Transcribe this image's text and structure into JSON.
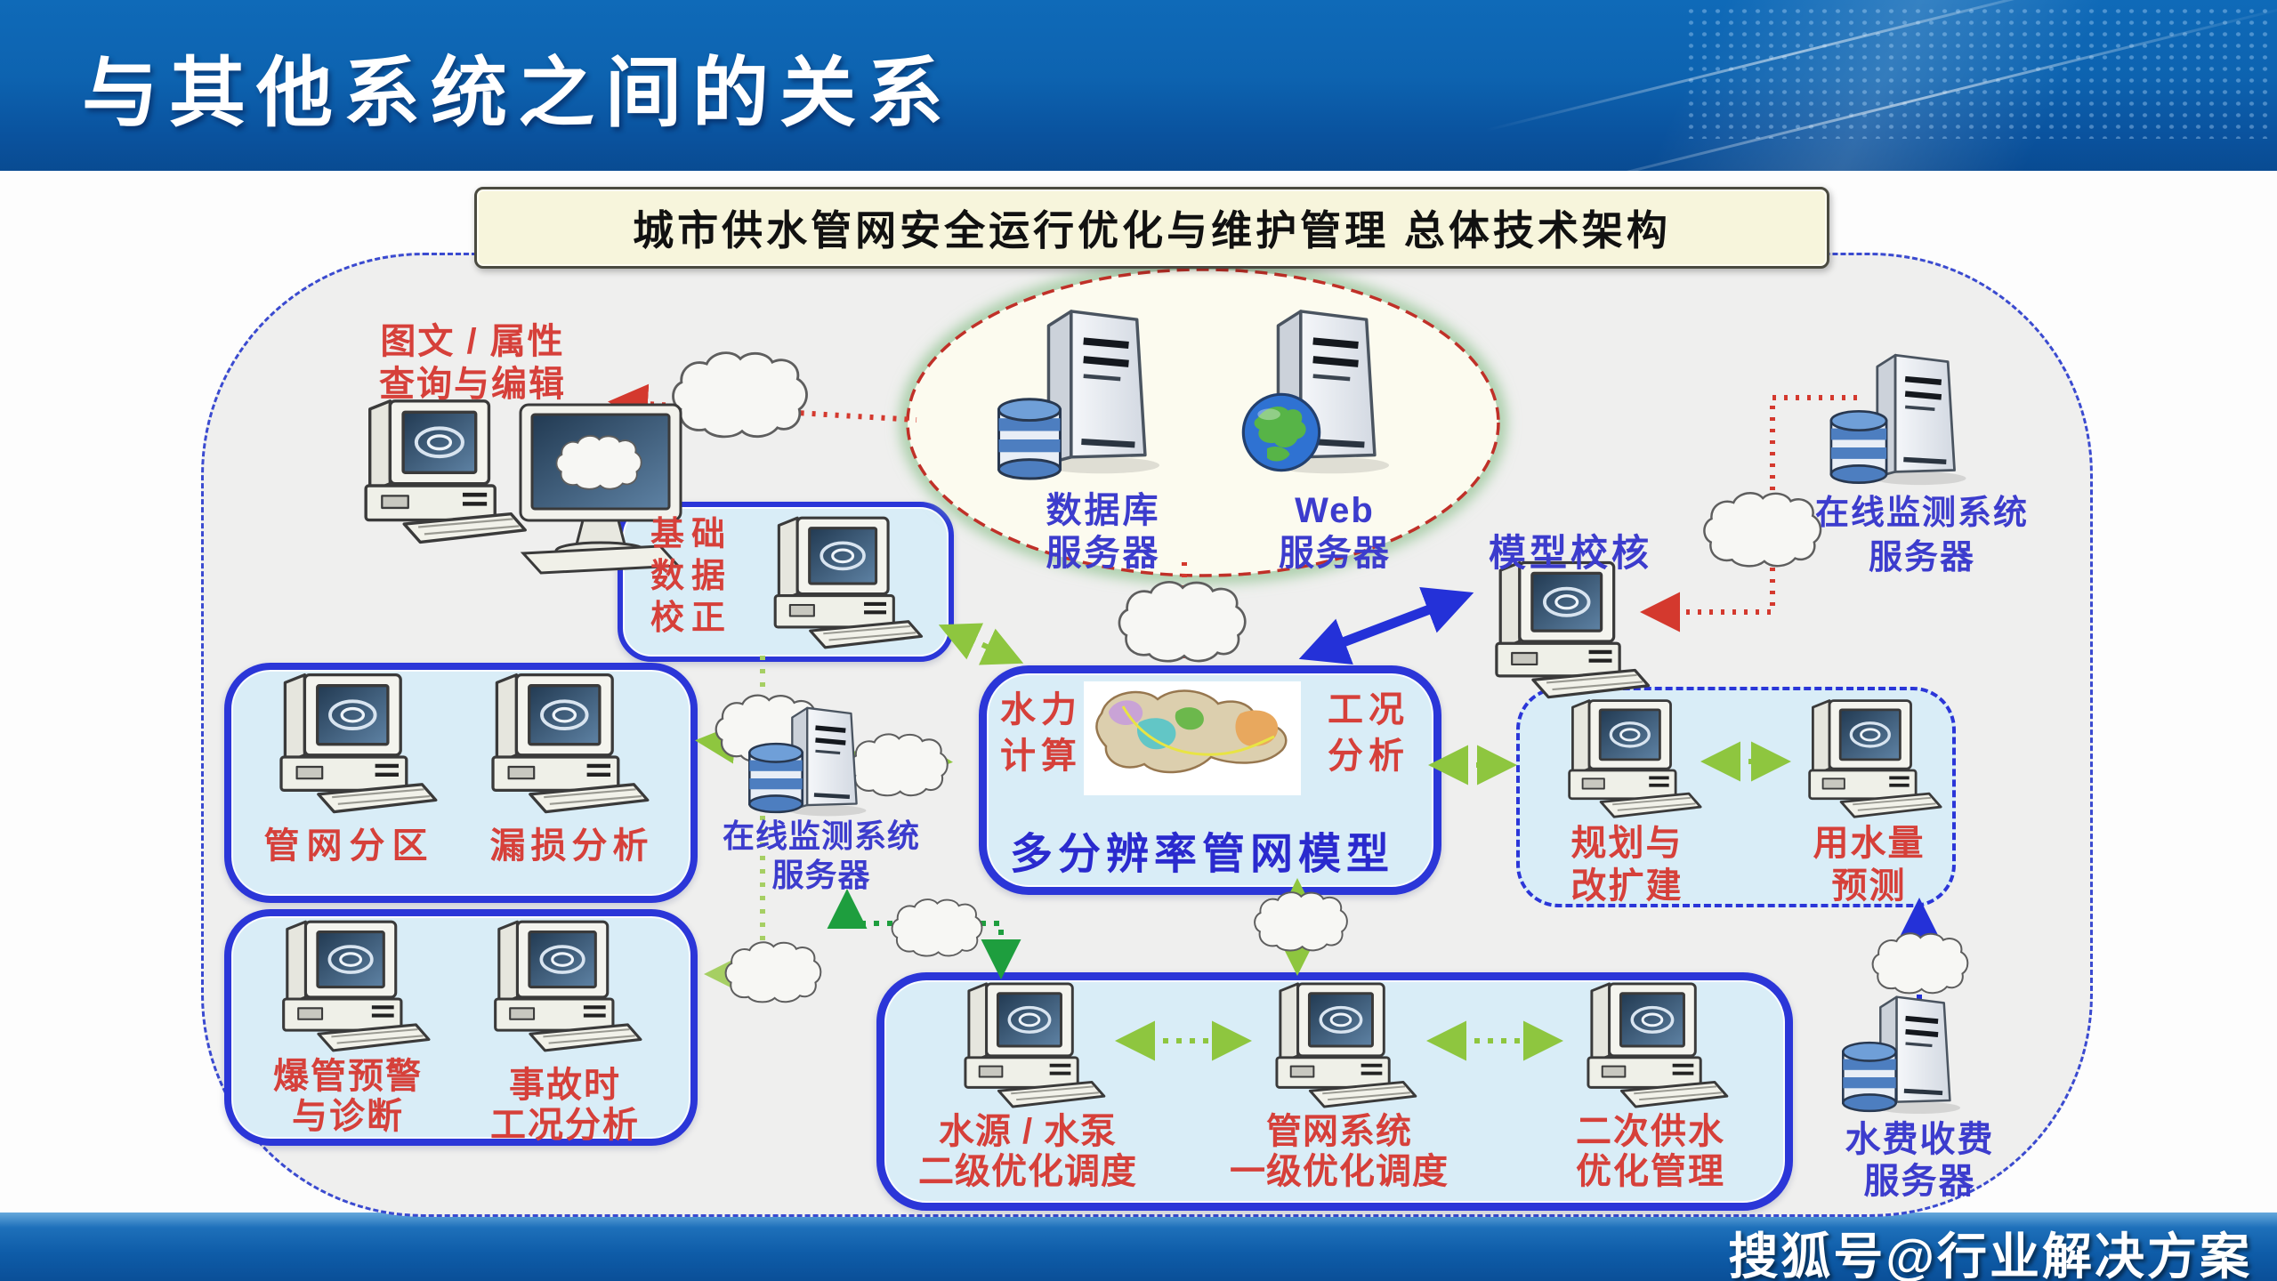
{
  "slide": {
    "title": "与其他系统之间的关系",
    "watermark": "搜狐号@行业解决方案"
  },
  "diagram": {
    "title": "城市供水管网安全运行优化与维护管理 总体技术架构",
    "palette": {
      "accent_blue": "#2b36d8",
      "label_blue": "#3c3ccd",
      "label_red": "#d6403a",
      "arrow_green": "#8ec63f",
      "arrow_dark_green": "#2f9e44",
      "arrow_red": "#d4392e",
      "dashed_red": "#c03028",
      "box_fill": "#d9edf7"
    },
    "nodes": {
      "graphic_query": {
        "line1": "图文 / 属性",
        "line2": "查询与编辑"
      },
      "db_server": {
        "line1": "数据库",
        "line2": "服务器"
      },
      "web_server": {
        "line1": "Web",
        "line2": "服务器"
      },
      "online_monitor_top": {
        "line1": "在线监测系统",
        "line2": "服务器"
      },
      "model_check": {
        "label": "模型校核"
      },
      "base_data": {
        "line1": "基础",
        "line2": "数据",
        "line3": "校正"
      },
      "pipe_partition": {
        "label": "管网分区"
      },
      "leak_analysis": {
        "label": "漏损分析"
      },
      "online_monitor_mid": {
        "line1": "在线监测系统",
        "line2": "服务器"
      },
      "hydraulic_calc": {
        "line1": "水力",
        "line2": "计算"
      },
      "working_condition": {
        "line1": "工况",
        "line2": "分析"
      },
      "model_name": {
        "label": "多分辨率管网模型"
      },
      "planning": {
        "line1": "规划与",
        "line2": "改扩建"
      },
      "water_forecast": {
        "line1": "用水量",
        "line2": "预测"
      },
      "burst_warning": {
        "line1": "爆管预警",
        "line2": "与诊断"
      },
      "accident_condition": {
        "line1": "事故时",
        "line2": "工况分析"
      },
      "source_pump_dispatch": {
        "line1": "水源 / 水泵",
        "line2": "二级优化调度"
      },
      "network_dispatch": {
        "line1": "管网系统",
        "line2": "一级优化调度"
      },
      "secondary_supply": {
        "line1": "二次供水",
        "line2": "优化管理"
      },
      "fee_server": {
        "line1": "水费收费",
        "line2": "服务器"
      }
    }
  }
}
